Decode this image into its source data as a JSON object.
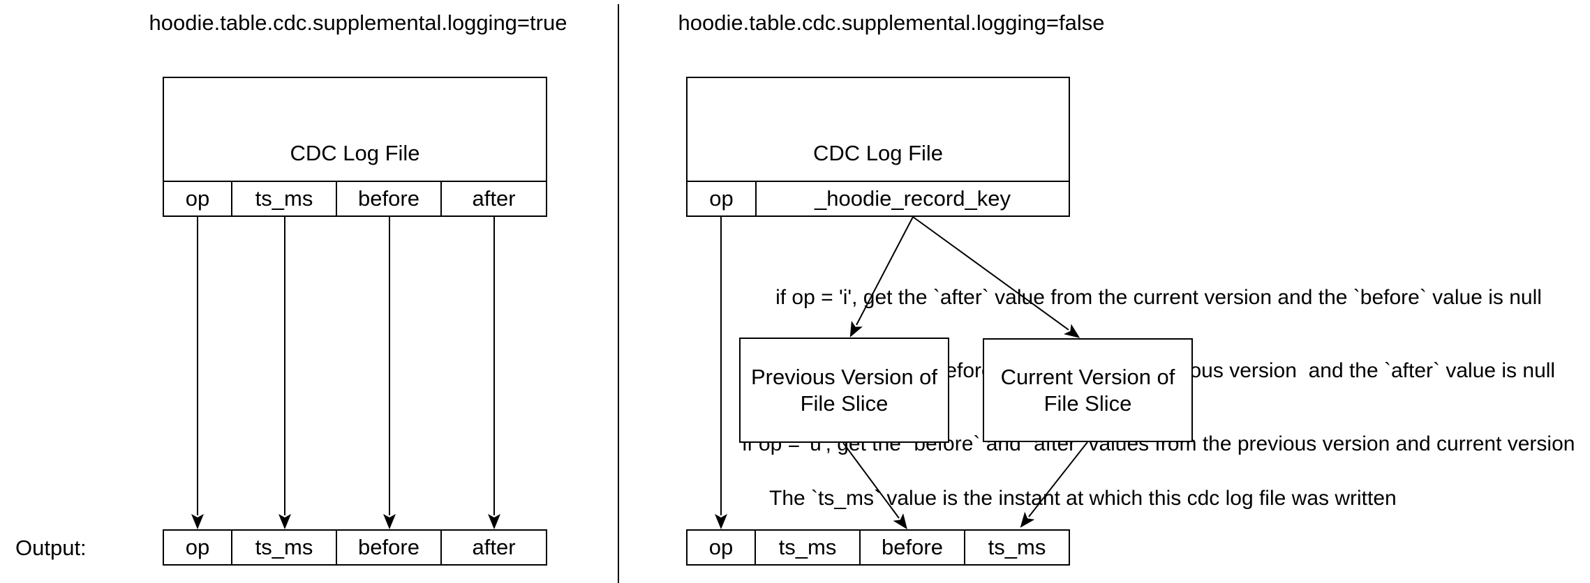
{
  "colors": {
    "background": "#ffffff",
    "stroke": "#000000",
    "text": "#000000"
  },
  "left_panel": {
    "title": "hoodie.table.cdc.supplemental.logging=true",
    "cdc_box": {
      "label": "CDC Log File",
      "columns": [
        "op",
        "ts_ms",
        "before",
        "after"
      ]
    },
    "output": {
      "label": "Output:",
      "columns": [
        "op",
        "ts_ms",
        "before",
        "after"
      ]
    }
  },
  "right_panel": {
    "title": "hoodie.table.cdc.supplemental.logging=false",
    "cdc_box": {
      "label": "CDC Log File",
      "columns": [
        "op",
        "_hoodie_record_key"
      ]
    },
    "rules": {
      "line1": "if op = 'i', get the `after` value from the current version and the `before` value is null",
      "line2": "if op = 'd', get the `before` value from the previous version  and the `after` value is null",
      "line3": "if op = 'u', get the `before` and `after` values from the previous version and current version"
    },
    "previous_box": {
      "line1": "Previous Version of",
      "line2": "File Slice"
    },
    "current_box": {
      "line1": "Current Version of",
      "line2": "File Slice"
    },
    "note": "The `ts_ms` value is the instant at which this cdc log file was written",
    "output": {
      "columns": [
        "op",
        "ts_ms",
        "before",
        "ts_ms"
      ]
    }
  }
}
